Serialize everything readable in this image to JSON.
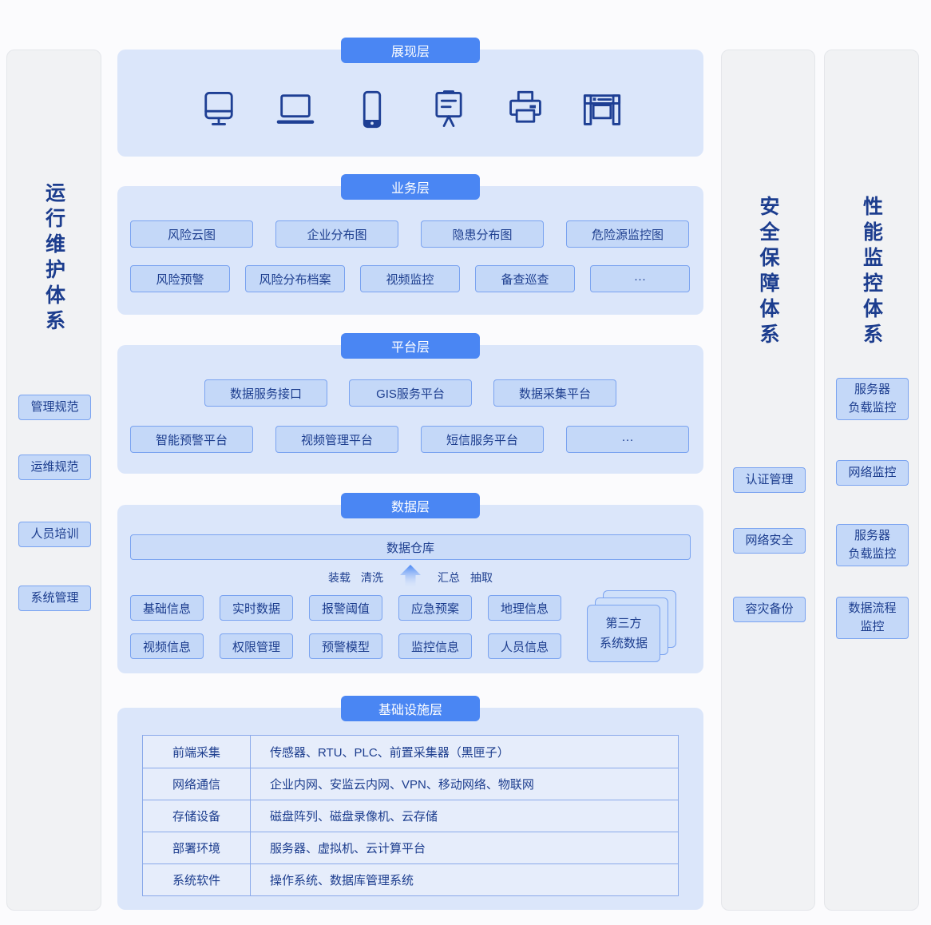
{
  "colors": {
    "badge_blue": "#4a86f3",
    "panel_blue": "#dbe6fa",
    "node_fill": "#c4d8f8",
    "node_border": "#7aa3f0",
    "text_navy": "#1c3d8e",
    "icon_navy": "#1e3f94",
    "pillar_gray": "#f1f2f4"
  },
  "left_column": {
    "title": "运行维护体系",
    "items": [
      "管理规范",
      "运维规范",
      "人员培训",
      "系统管理"
    ]
  },
  "security_column": {
    "title": "安全保障体系",
    "items": [
      "认证管理",
      "网络安全",
      "容灾备份"
    ]
  },
  "performance_column": {
    "title": "性能监控体系",
    "items": [
      "服务器\n负载监控",
      "网络监控",
      "服务器\n负载监控",
      "数据流程\n监控"
    ]
  },
  "layers": {
    "presentation": {
      "badge": "展现层",
      "icons": [
        "desktop-monitor",
        "laptop",
        "smartphone",
        "presentation-board",
        "printer",
        "plotter"
      ]
    },
    "business": {
      "badge": "业务层",
      "row1": [
        "风险云图",
        "企业分布图",
        "隐患分布图",
        "危险源监控图"
      ],
      "row2": [
        "风险预警",
        "风险分布档案",
        "视频监控",
        "备查巡查",
        "···"
      ]
    },
    "platform": {
      "badge": "平台层",
      "row1": [
        "数据服务接口",
        "GIS服务平台",
        "数据采集平台"
      ],
      "row2": [
        "智能预警平台",
        "视频管理平台",
        "短信服务平台",
        "···"
      ]
    },
    "data": {
      "badge": "数据层",
      "warehouse": "数据仓库",
      "etl_labels": [
        "装载",
        "清洗",
        "汇总",
        "抽取"
      ],
      "row1": [
        "基础信息",
        "实时数据",
        "报警阈值",
        "应急预案",
        "地理信息"
      ],
      "row2": [
        "视频信息",
        "权限管理",
        "预警模型",
        "监控信息",
        "人员信息"
      ],
      "third_party": "第三方\n系统数据"
    },
    "infrastructure": {
      "badge": "基础设施层",
      "rows": [
        {
          "label": "前端采集",
          "content": "传感器、RTU、PLC、前置采集器（黑匣子）"
        },
        {
          "label": "网络通信",
          "content": "企业内网、安监云内网、VPN、移动网络、物联网"
        },
        {
          "label": "存储设备",
          "content": "磁盘阵列、磁盘录像机、云存储"
        },
        {
          "label": "部署环境",
          "content": "服务器、虚拟机、云计算平台"
        },
        {
          "label": "系统软件",
          "content": "操作系统、数据库管理系统"
        }
      ]
    }
  }
}
